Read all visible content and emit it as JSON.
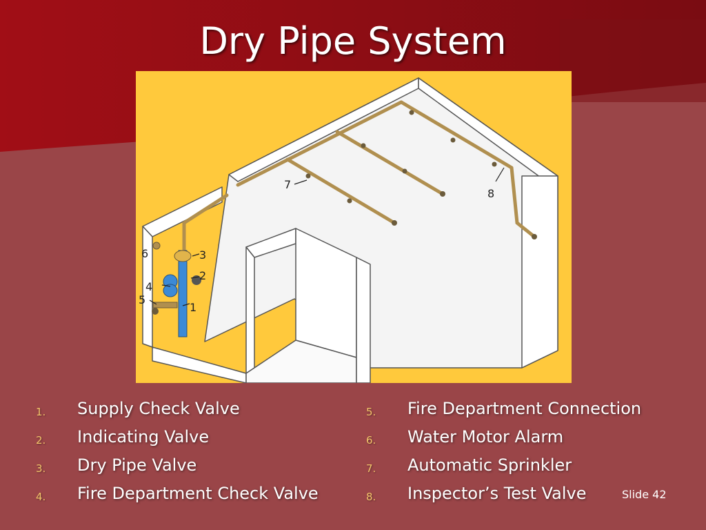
{
  "slide": {
    "title": "Dry Pipe System",
    "slide_number": "Slide 42"
  },
  "colors": {
    "background": "#9a4548",
    "header_red": "#8b0d14",
    "diagram_background": "#ffc93c",
    "pipe": "#c9a35e",
    "riser_blue": "#3c8ad6",
    "number_color": "#f2c46a"
  },
  "diagram": {
    "callouts": [
      "1",
      "2",
      "3",
      "4",
      "5",
      "6",
      "7",
      "8"
    ]
  },
  "legend": {
    "left": [
      {
        "num": "1.",
        "label": "Supply Check Valve"
      },
      {
        "num": "2.",
        "label": "Indicating Valve"
      },
      {
        "num": "3.",
        "label": "Dry Pipe Valve"
      },
      {
        "num": "4.",
        "label": "Fire Department Check Valve"
      }
    ],
    "right": [
      {
        "num": "5.",
        "label": "Fire Department Connection"
      },
      {
        "num": "6.",
        "label": "Water Motor Alarm"
      },
      {
        "num": "7.",
        "label": "Automatic Sprinkler"
      },
      {
        "num": "8.",
        "label": "Inspector’s Test Valve"
      }
    ]
  }
}
